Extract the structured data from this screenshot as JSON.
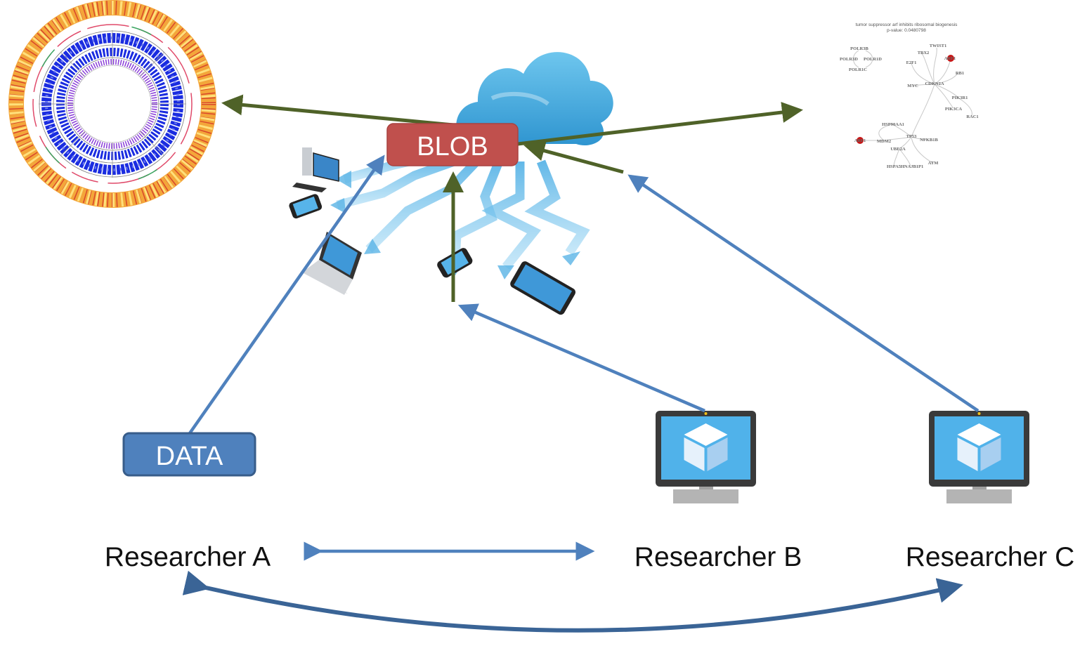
{
  "blob_label": "BLOB",
  "data_label": "DATA",
  "researchers": [
    {
      "label": "Researcher A"
    },
    {
      "label": "Researcher B"
    },
    {
      "label": "Researcher C"
    }
  ],
  "network_panel": {
    "title": "tumor suppressor arf inhibits ribosomal biogenesis",
    "subtitle": "p-value: 0.0480798",
    "nodes": [
      "POLR3B",
      "POLR3D",
      "POLR1D",
      "POLR1C",
      "TWIST1",
      "TBX2",
      "E2F1",
      "ARF1",
      "RB1",
      "MYC",
      "CDKN2A",
      "PIK3R1",
      "PIK3CA",
      "RAC1",
      "HSP90AA1",
      "ARF1",
      "MDM2",
      "TP53",
      "NFKB1B",
      "UBE2A",
      "HSPA5",
      "HNAJB1P1",
      "ATM"
    ]
  },
  "colors": {
    "blob_fill": "#c0504d",
    "data_fill": "#4f81bd",
    "data_border": "#385d8a",
    "blue_arrow": "#4f81bd",
    "dark_blue_arrow": "#3a6496",
    "green_arrow": "#4f6228"
  },
  "icons": {
    "cloud": "cloud-network-icon",
    "monitor": "vm-monitor-icon",
    "circos": "circos-plot-icon",
    "network": "gene-network-graph"
  }
}
